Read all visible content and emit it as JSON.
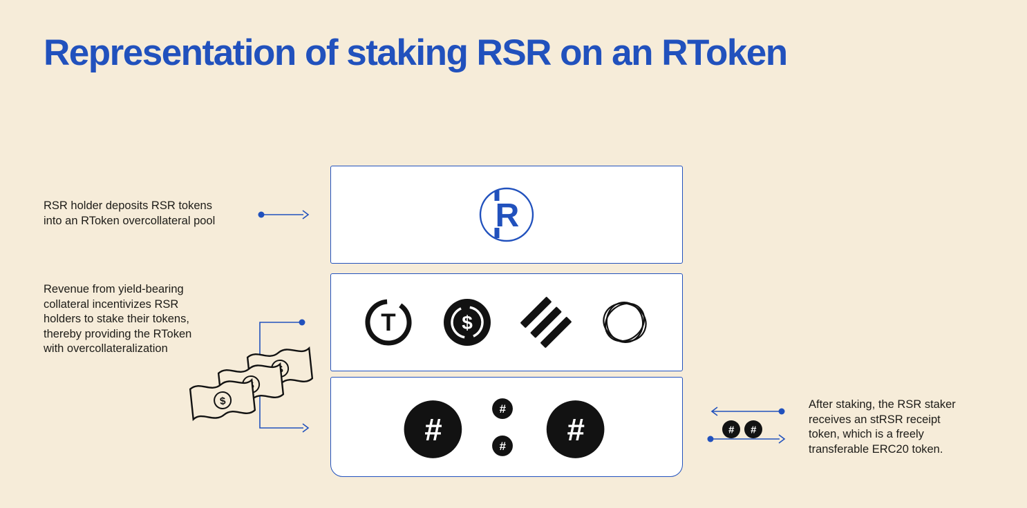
{
  "title": "Representation of staking RSR on an RToken",
  "colors": {
    "background": "#f6ecd9",
    "accent_blue": "#2151bd",
    "ink": "#1d1c18",
    "coin_black": "#121212"
  },
  "annotations": {
    "deposit": {
      "lines": [
        "RSR holder deposits RSR tokens",
        "into an RToken overcollateral pool"
      ]
    },
    "revenue": {
      "lines": [
        "Revenue from yield-bearing",
        "collateral incentivizes RSR",
        "holders to stake their tokens,",
        "thereby providing the RToken",
        "with overcollateralization"
      ]
    },
    "receipt": {
      "lines": [
        "After staking, the RSR staker",
        "receives an stRSR receipt",
        "token, which is a freely",
        "transferable ERC20 token."
      ]
    }
  },
  "boxes": {
    "pool": {
      "icon": "rtoken-icon"
    },
    "collateral": {
      "icons": [
        "tusd-icon",
        "usdc-icon",
        "busd-icon",
        "pax-icon"
      ]
    },
    "strsr": {
      "icon": "strsr-hash-coin-icon"
    }
  },
  "glyphs": {
    "rtoken": "R",
    "tusd": "T",
    "dollar": "$",
    "hash": "#"
  }
}
